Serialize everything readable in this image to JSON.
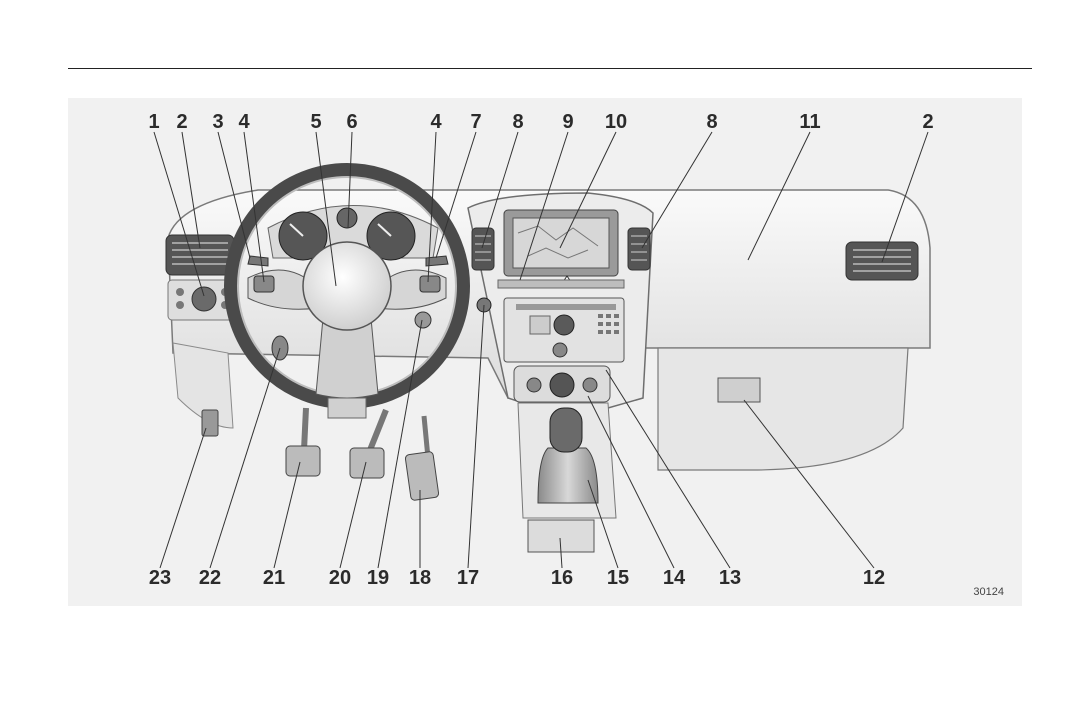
{
  "figure": {
    "callouts_top": [
      "1",
      "2",
      "3",
      "4",
      "5",
      "6",
      "4",
      "7",
      "8",
      "9",
      "10",
      "8",
      "11",
      "2"
    ],
    "callouts_bottom": [
      "23",
      "22",
      "21",
      "20",
      "19",
      "18",
      "17",
      "16",
      "15",
      "14",
      "13",
      "12"
    ],
    "figure_code": "30124"
  }
}
